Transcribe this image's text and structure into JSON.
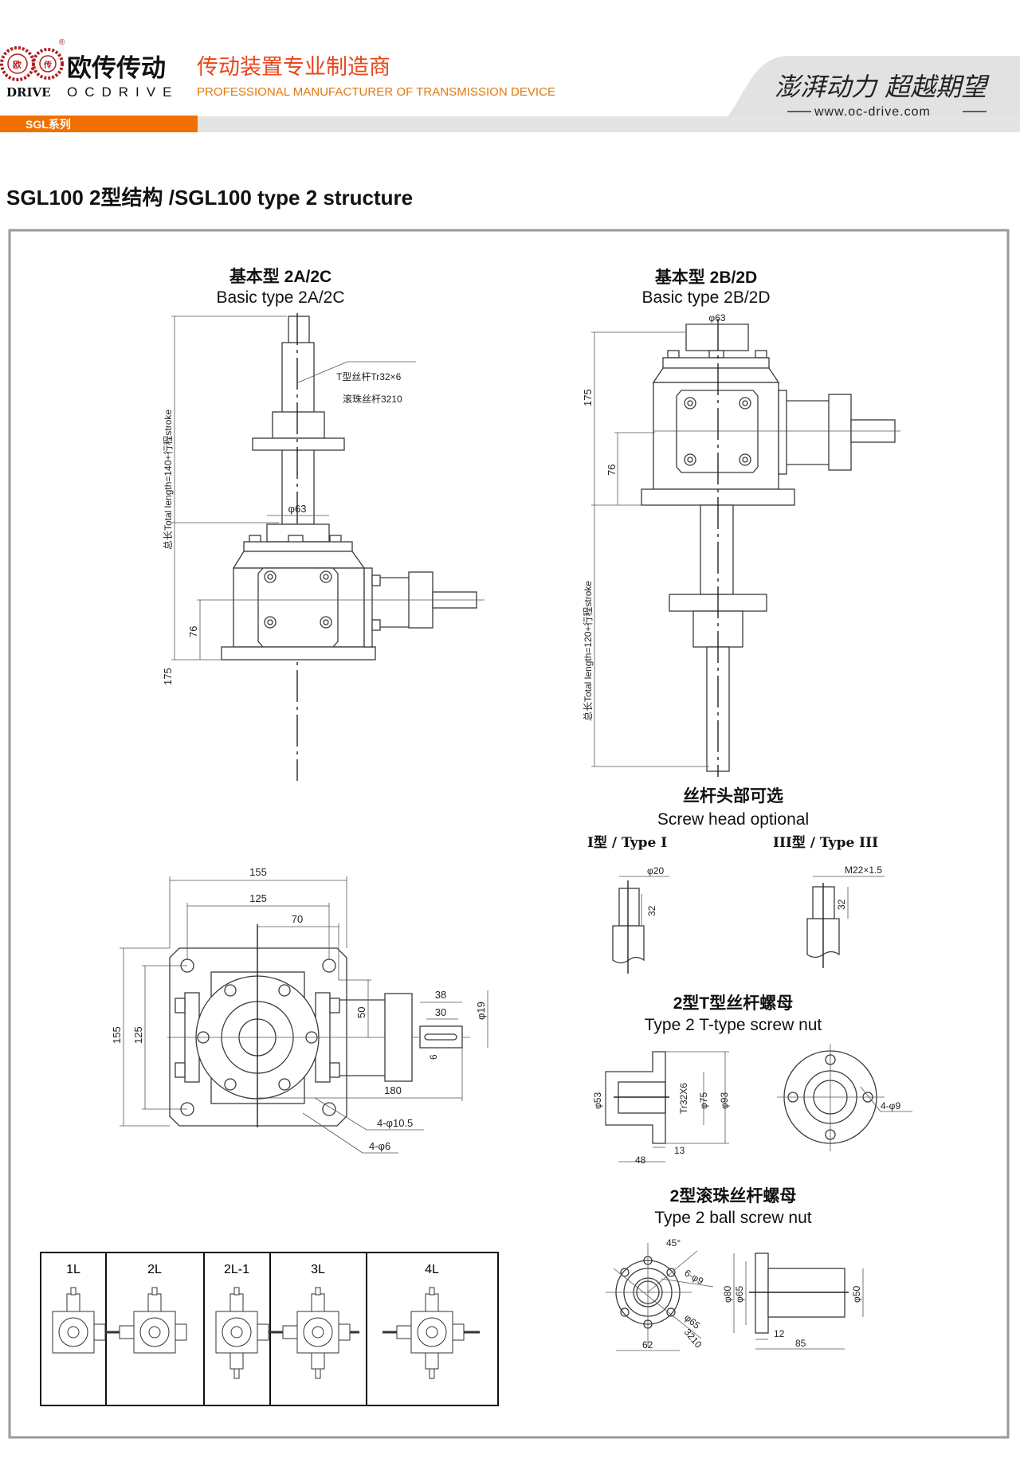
{
  "header": {
    "logo_cn": "欧传传动",
    "logo_en_left": "DRIVE",
    "logo_en_right": "OCDRIVE",
    "logo_seal_1": "欧",
    "logo_seal_2": "传",
    "registered_mark": "®",
    "tagline_cn": "传动装置专业制造商",
    "tagline_en": "PROFESSIONAL MANUFACTURER OF TRANSMISSION DEVICE",
    "slogan": "澎湃动力 超越期望",
    "website": "www.oc-drive.com",
    "series_tab": "SGL系列",
    "accent_color": "#f07000",
    "tagline_color": "#e8461c"
  },
  "page_title": "SGL100 2型结构 /SGL100 type 2 structure",
  "drawing_2a": {
    "title_cn": "基本型 2A/2C",
    "title_en": "Basic type 2A/2C",
    "screw_t": "T型丝杆Tr32×6",
    "screw_ball": "滚珠丝杆3210",
    "total_length": "总长Total length=140+行程stroke",
    "dia": "φ63",
    "h175": "175",
    "h76": "76"
  },
  "drawing_2b": {
    "title_cn": "基本型 2B/2D",
    "title_en": "Basic type 2B/2D",
    "dia": "φ63",
    "h175": "175",
    "h76": "76",
    "total_length": "总长Total length=120+行程stroke"
  },
  "top_view": {
    "w155": "155",
    "w125": "125",
    "w70": "70",
    "h155": "155",
    "h125": "125",
    "d50": "50",
    "d38": "38",
    "d30": "30",
    "d19": "φ19",
    "d6": "6",
    "d180": "180",
    "holes_a": "4-φ10.5",
    "holes_b": "4-φ6"
  },
  "screw_head": {
    "title_cn": "丝杆头部可选",
    "title_en": "Screw head optional",
    "type1": "I型 / Type I",
    "type3": "III型 / Type III",
    "type1_dia": "φ20",
    "type1_len": "32",
    "type3_thread": "M22×1.5",
    "type3_len": "32"
  },
  "t_nut": {
    "title_cn": "2型T型丝杆螺母",
    "title_en": "Type 2 T-type screw nut",
    "d53": "φ53",
    "thread": "Tr32X6",
    "d75": "φ75",
    "d93": "φ93",
    "l13": "13",
    "l48": "48",
    "holes": "4-φ9"
  },
  "ball_nut": {
    "title_cn": "2型滚珠丝杆螺母",
    "title_en": "Type 2 ball screw nut",
    "angle": "45°",
    "holes": "6-φ9",
    "d65a": "φ65",
    "model": "3210",
    "w62": "62",
    "d80": "φ80",
    "d65": "φ65",
    "d50": "φ50",
    "l12": "12",
    "l85": "85"
  },
  "layout_table": {
    "columns": [
      "1L",
      "2L",
      "2L-1",
      "3L",
      "4L"
    ]
  }
}
